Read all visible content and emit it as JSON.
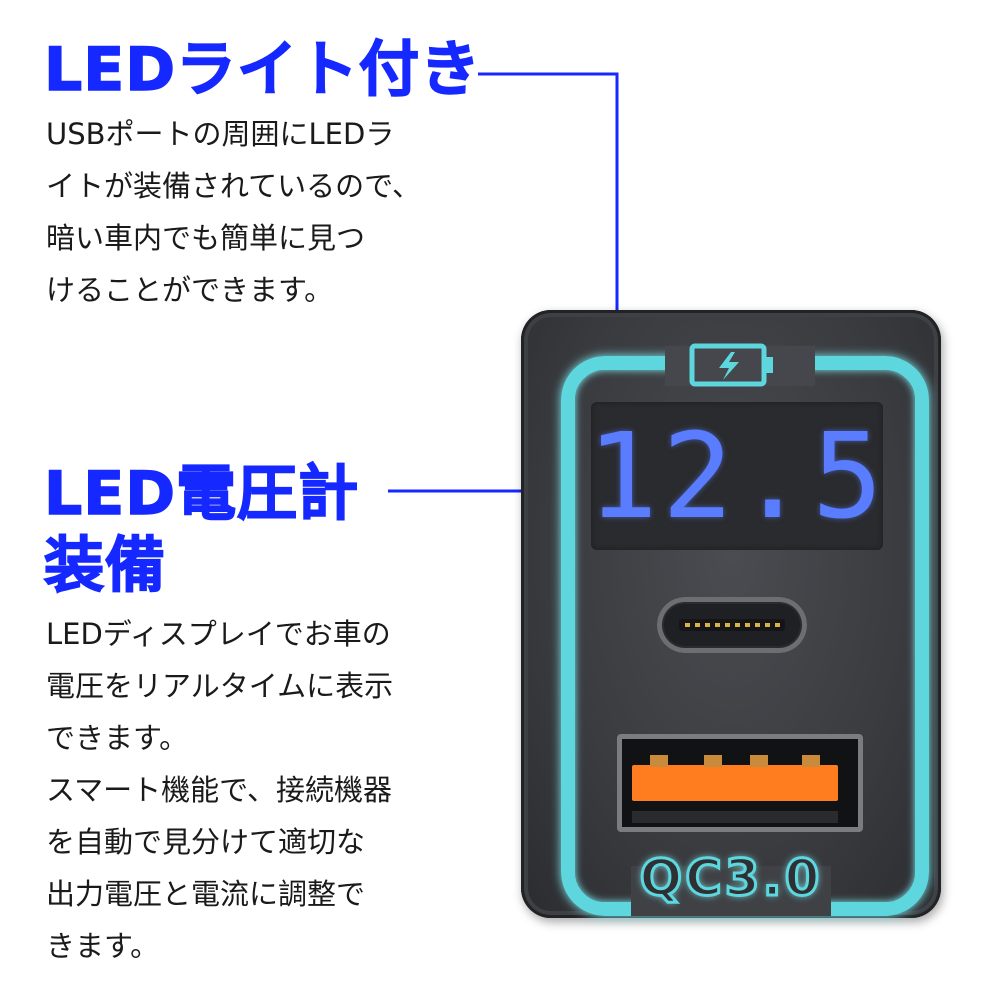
{
  "feature1": {
    "heading": "LEDライト付き",
    "description": [
      "USBポートの周囲にLEDラ",
      "イトが装備されているので、",
      "暗い車内でも簡単に見つ",
      "けることができます。"
    ]
  },
  "feature2": {
    "heading_line1": "LED電圧計",
    "heading_line2": "装備",
    "description": [
      "LEDディスプレイでお車の",
      "電圧をリアルタイムに表示",
      "できます。",
      "スマート機能で、接続機器",
      "を自動で見分けて適切な",
      "出力電圧と電流に調整で",
      "きます。"
    ]
  },
  "device": {
    "voltage_display": "12.5",
    "qc_label": "QC3.0",
    "battery_icon": "battery-charging-icon"
  },
  "colors": {
    "heading": "#1428ff",
    "led_ring": "#5ed6de",
    "display_digits": "#5a7dff",
    "usb_a_tongue": "#ff7d1f"
  }
}
